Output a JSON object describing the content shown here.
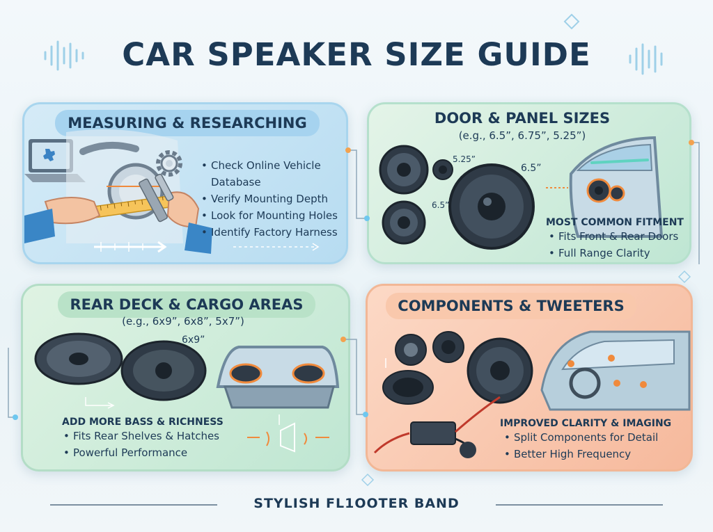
{
  "title": "CAR SPEAKER SIZE GUIDE",
  "footer": "STYLISH FL1OOTER BAND",
  "panels": {
    "measuring": {
      "title": "MEASURING & RESEARCHING",
      "bullets": [
        "Check Online Vehicle Database",
        "Verify Mounting Depth",
        "Look for Mounting Holes",
        "Identify Factory Harness"
      ]
    },
    "door": {
      "title": "DOOR & PANEL SIZES",
      "subtitle": "(e.g., 6.5”, 6.75”, 5.25”)",
      "labels": [
        "5.25”",
        "6.5”",
        "6.5”"
      ],
      "heading": "MOST COMMON FITMENT",
      "bullets": [
        "Fits Front & Rear Doors",
        "Full Range Clarity"
      ]
    },
    "rear": {
      "title": "REAR DECK & CARGO AREAS",
      "subtitle": "(e.g., 6x9”, 6x8”, 5x7”)",
      "labels": [
        "6x9”"
      ],
      "heading": "ADD MORE BASS & RICHNESS",
      "bullets": [
        "Fits Rear Shelves & Hatches",
        "Powerful Performance"
      ]
    },
    "components": {
      "title": "COMPONENTS & TWEETERS",
      "heading": "IMPROVED CLARITY & IMAGING",
      "bullets": [
        "Split Components for Detail",
        "Better High Frequency"
      ]
    }
  },
  "colors": {
    "blue_panel": "#b7dcf1",
    "green_panel": "#bfe6d3",
    "orange_panel": "#f6b99c",
    "text": "#1d3a56",
    "accent_orange": "#f08a3c"
  },
  "icons": [
    "gear-icon",
    "laptop-icon",
    "caliper-icon",
    "ruler-icon",
    "speaker-icon",
    "car-door-icon",
    "car-interior-icon",
    "crossover-icon",
    "sound-wave-icon"
  ]
}
